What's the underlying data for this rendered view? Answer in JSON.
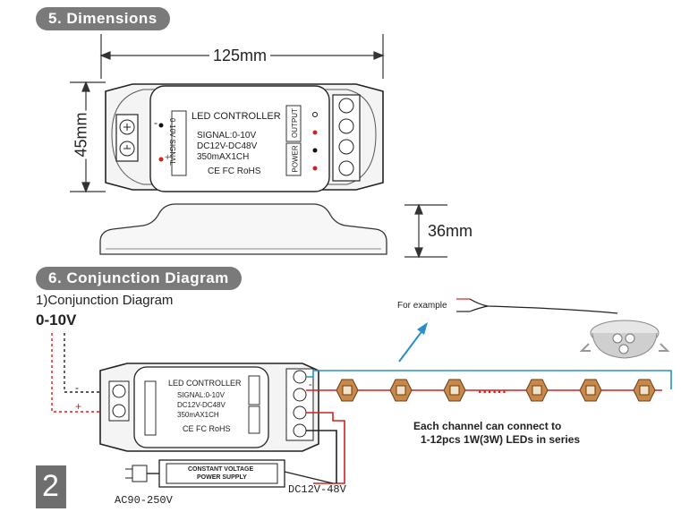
{
  "sections": {
    "dimensions_title": "5. Dimensions",
    "conjunction_title": "6. Conjunction Diagram",
    "subtitle": "1)Conjunction Diagram"
  },
  "dimensions": {
    "width": "125mm",
    "height": "45mm",
    "depth": "36mm"
  },
  "controller": {
    "title": "LED CONTROLLER",
    "specs": [
      "SIGNAL:0-10V",
      "DC12V-DC48V",
      "350mAX1CH"
    ],
    "certs": "CE FC RoHS",
    "signal_port": "0-10V SIGNAL",
    "output_port": "OUTPUT",
    "power_port": "POWER",
    "minus": "-",
    "plus": "+"
  },
  "diagram": {
    "input_label": "0-10V",
    "example_label": "For example",
    "dots": "......",
    "note_line1": "Each channel can connect to",
    "note_line2": "1-12pcs 1W(3W) LEDs in series",
    "power_supply_line1": "CONSTANT VOLTAGE",
    "power_supply_line2": "POWER SUPPLY",
    "ac_label": "AC90-250V",
    "dc_label": "DC12V-48V",
    "page_number": "2"
  },
  "colors": {
    "pill_bg": "#7a7a7a",
    "wire_red": "#d42020",
    "wire_blue": "#2a8fc9",
    "led_brown": "#b8763a"
  }
}
